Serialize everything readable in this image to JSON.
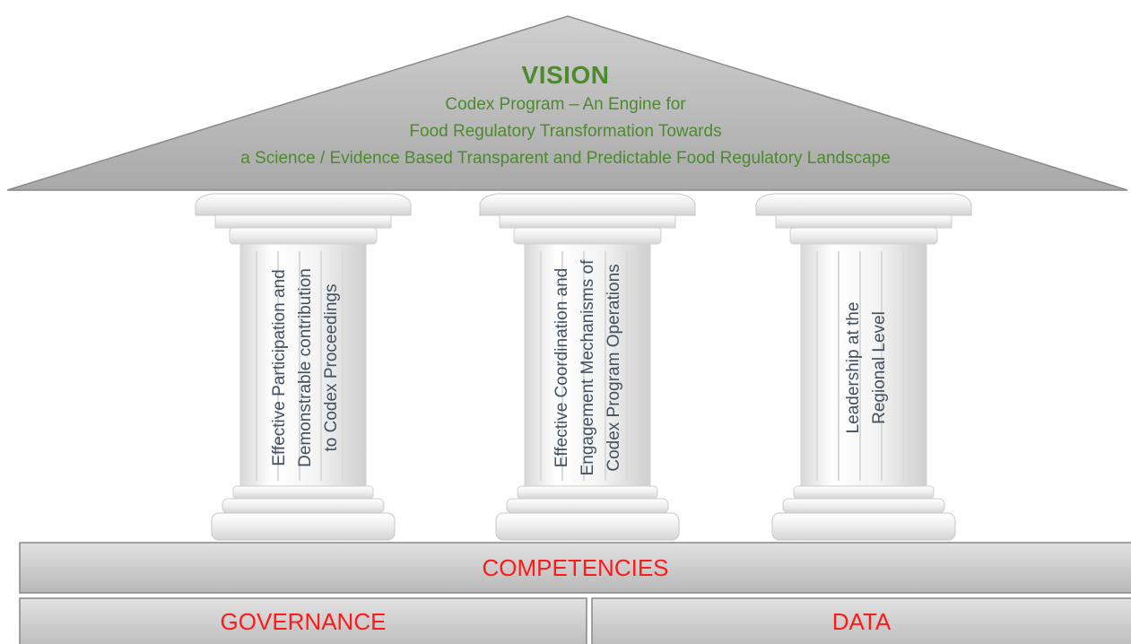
{
  "vision": {
    "title": "VISION",
    "lines": [
      "Codex Program – An Engine for",
      "Food Regulatory Transformation Towards",
      "a Science / Evidence Based Transparent and Predictable Food Regulatory Landscape"
    ]
  },
  "pillars": [
    {
      "lines": [
        "Effective Participation and",
        "Demonstrable contribution",
        "to Codex Proceedings"
      ]
    },
    {
      "lines": [
        "Effective Coordination and",
        "Engagement Mechanisms of",
        "Codex Program Operations"
      ]
    },
    {
      "lines": [
        "Leadership at  the",
        "Regional Level"
      ]
    }
  ],
  "foundation": {
    "competencies": "COMPETENCIES",
    "governance": "GOVERNANCE",
    "data": "DATA"
  },
  "colors": {
    "vision_text": "#4d8a2e",
    "pillar_text": "#44505f",
    "foundation_text": "#ff1a1a",
    "roof_fill": "#b8b8b8",
    "bar_fill": "#c9c9c9"
  }
}
